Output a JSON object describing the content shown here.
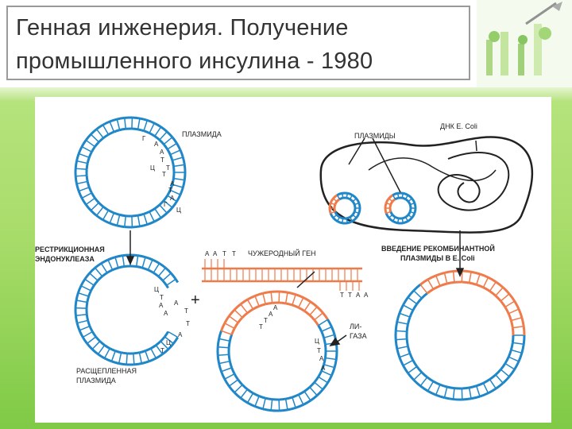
{
  "slide": {
    "title_line1": "Генная  инженерия. Получение",
    "title_line2": "промышленного инсулина - 1980"
  },
  "figure": {
    "label_plasmid": "ПЛАЗМИДА",
    "label_restriction_1": "РЕСТРИКЦИОННАЯ",
    "label_restriction_2": "ЭНДОНУКЛЕАЗА",
    "label_foreign_gene": "ЧУЖЕРОДНЫЙ ГЕН",
    "label_split_1": "РАСЩЕПЛЕННАЯ",
    "label_split_2": "ПЛАЗМИДА",
    "label_ligase_1": "ЛИ-",
    "label_ligase_2": "ГАЗА",
    "label_intro_1": "ВВЕДЕНИЕ РЕКОМБИНАНТНОЙ",
    "label_intro_2": "ПЛАЗМИДЫ В E. Coli",
    "label_plasmids": "ПЛАЗМИДЫ",
    "label_dna": "ДНК E. Coli",
    "plus_sign": "+",
    "seq_plasmid": [
      "Г",
      "А",
      "А",
      "Т",
      "Т",
      "Т",
      "Ц",
      "А",
      "Т",
      "А",
      "Г",
      "Ц"
    ],
    "seq_cut": [
      "Ц",
      "Т",
      "А",
      "А",
      "А",
      "Т",
      "Т",
      "А",
      "Ц",
      "Т"
    ],
    "seq_gene_top": [
      "А",
      "А",
      "Т",
      "Т"
    ],
    "seq_gene_bottom": [
      "Т",
      "Т",
      "А",
      "А"
    ],
    "seq_ring3_top": [
      "А",
      "А",
      "Т",
      "Т"
    ],
    "seq_ring3_bottom": [
      "Ц",
      "Т",
      "А",
      "А"
    ],
    "colors": {
      "plasmid_blue": "#1f86c8",
      "gene_orange": "#ef7a4a",
      "background_green": "#a8dc6a"
    }
  }
}
